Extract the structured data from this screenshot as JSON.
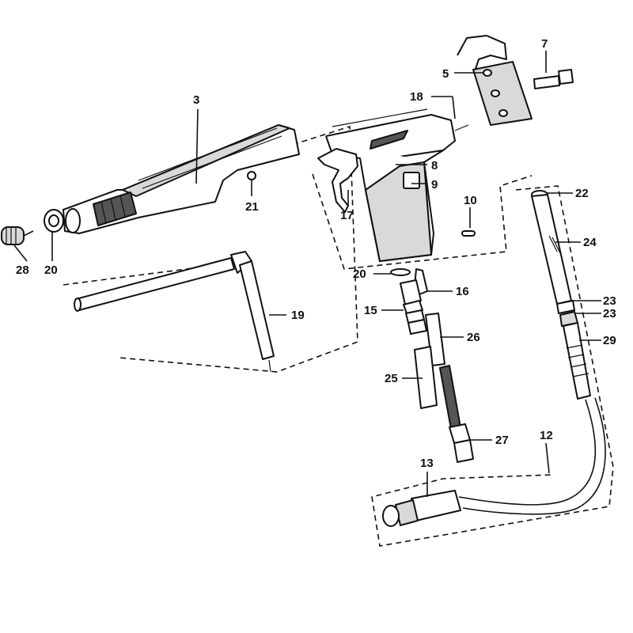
{
  "diagram": {
    "callouts": {
      "c3": "3",
      "c5": "5",
      "c7": "7",
      "c8": "8",
      "c9": "9",
      "c10": "10",
      "c12": "12",
      "c13": "13",
      "c15": "15",
      "c16": "16",
      "c17": "17",
      "c18": "18",
      "c19": "19",
      "c20a": "20",
      "c20b": "20",
      "c21": "21",
      "c22": "22",
      "c23a": "23",
      "c23b": "23",
      "c24": "24",
      "c25": "25",
      "c26": "26",
      "c27": "27",
      "c28": "28",
      "c29": "29"
    }
  }
}
